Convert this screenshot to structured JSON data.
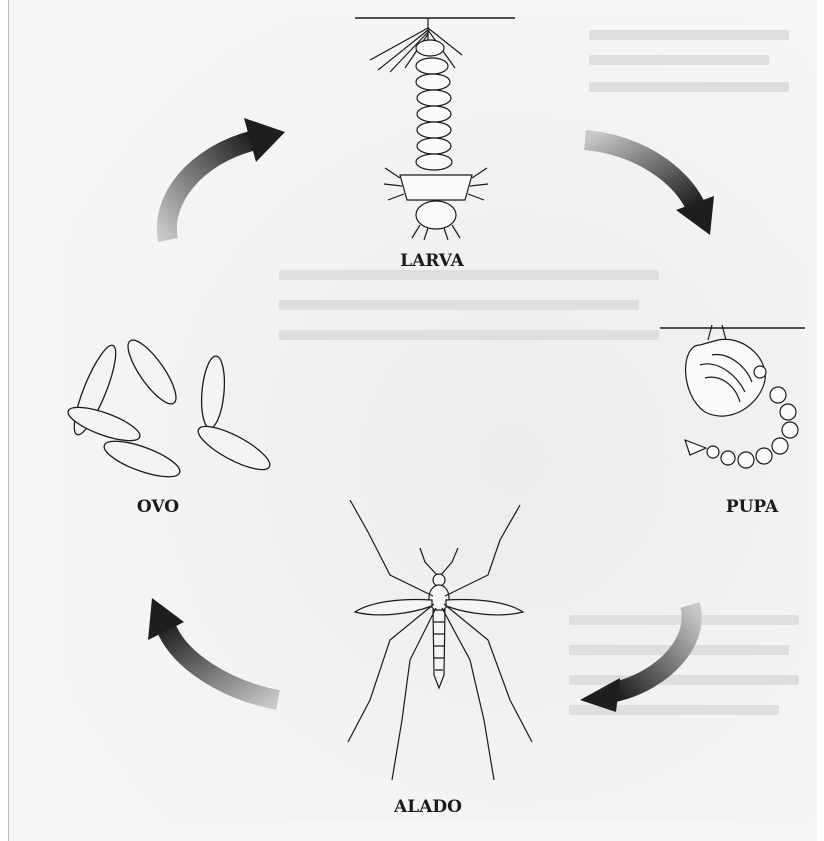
{
  "stages": {
    "larva": "LARVA",
    "pupa": "PUPA",
    "alado": "ALADO",
    "ovo": "OVO"
  },
  "colors": {
    "ink": "#1a1a1a",
    "arrow_dark": "#1e1e1e",
    "arrow_light": "#c8c8c8"
  }
}
